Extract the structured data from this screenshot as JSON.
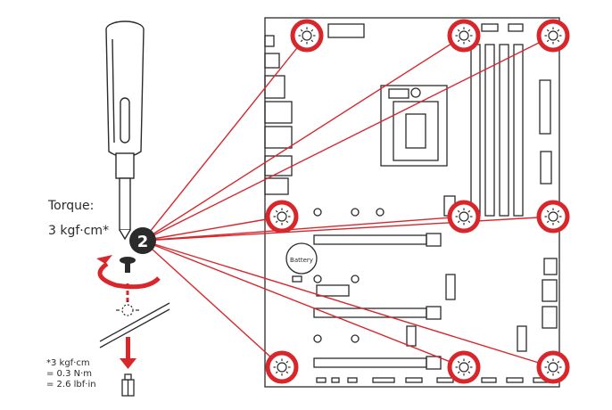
{
  "torque": {
    "title": "Torque:",
    "value": "3 kgf·cm*"
  },
  "footnote": {
    "line1": "*3 kgf·cm",
    "line2": "= 0.3 N·m",
    "line3": "= 2.6 lbf·in"
  },
  "step_number": "2",
  "battery_label": "Battery",
  "colors": {
    "accent_red": "#d8262b",
    "outline": "#2b2b2b",
    "background": "#ffffff"
  },
  "icons": [
    "screwdriver-icon",
    "rotate-arrow-icon",
    "screw-icon",
    "standoff-icon",
    "mount-hole-icon"
  ]
}
